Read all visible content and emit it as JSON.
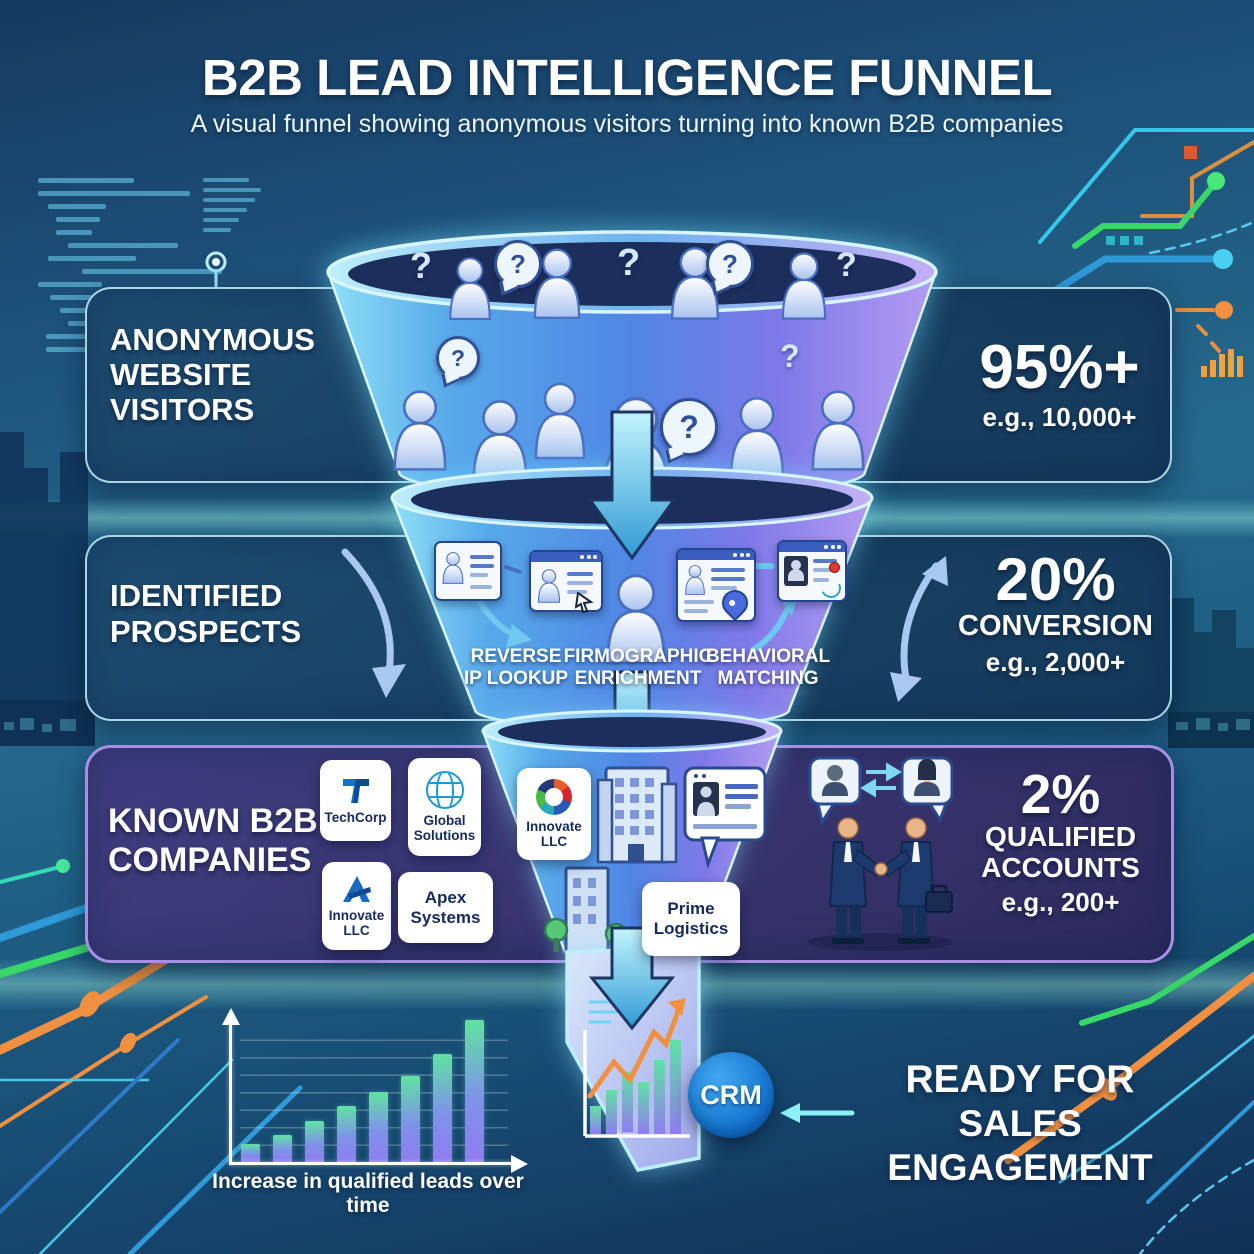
{
  "header": {
    "title": "B2B LEAD INTELLIGENCE FUNNEL",
    "subtitle": "A visual funnel showing anonymous visitors turning into known B2B companies"
  },
  "stages": {
    "stage1": {
      "label_lines": [
        "ANONYMOUS",
        "WEBSITE",
        "VISITORS"
      ],
      "stat_value": "95%+",
      "stat_example": "e.g., 10,000+"
    },
    "stage2": {
      "label_lines": [
        "IDENTIFIED",
        "PROSPECTS"
      ],
      "stat_value": "20%",
      "stat_sub": "CONVERSION",
      "stat_example": "e.g., 2,000+"
    },
    "stage3": {
      "label_lines": [
        "KNOWN B2B",
        "COMPANIES"
      ],
      "stat_value": "2%",
      "stat_sub_lines": [
        "QUALIFIED",
        "ACCOUNTS"
      ],
      "stat_example": "e.g., 200+"
    }
  },
  "enrichment_steps": [
    {
      "line1": "REVERSE",
      "line2": "IP LOOKUP"
    },
    {
      "line1": "FIRMOGRAPHIC",
      "line2": "ENRICHMENT"
    },
    {
      "line1": "BEHAVIORAL",
      "line2": "MATCHING"
    }
  ],
  "companies": {
    "techcorp": "TechCorp",
    "global": "Global Solutions",
    "innovate_funnel": "Innovate LLC",
    "innovate": "Innovate LLC",
    "apex": "Apex Systems",
    "prime": "Prime Logistics"
  },
  "crm_label": "CRM",
  "ready": {
    "line1": "READY FOR",
    "line2": "SALES ENGAGEMENT"
  },
  "decor": {
    "question_mark": "?"
  },
  "colors": {
    "funnel_cyan": "#7dd4f4",
    "funnel_blue": "#4f86e4",
    "funnel_purple": "#b09af2",
    "panel_blue": "#1e4c71",
    "panel_purple": "#403d80",
    "crm_blue": "#1272cc",
    "accent_orange": "#f09040",
    "accent_green": "#48d878"
  },
  "chart_data": {
    "type": "bar",
    "title": "Increase in qualified leads over time",
    "categories": [],
    "values": [
      1.0,
      1.5,
      2.3,
      3.1,
      3.9,
      4.8,
      6.0,
      7.9
    ],
    "ylim": [
      0,
      8
    ],
    "grid": true,
    "legend": "none",
    "note": "unlabeled ascending bars, gradient green-to-purple"
  }
}
